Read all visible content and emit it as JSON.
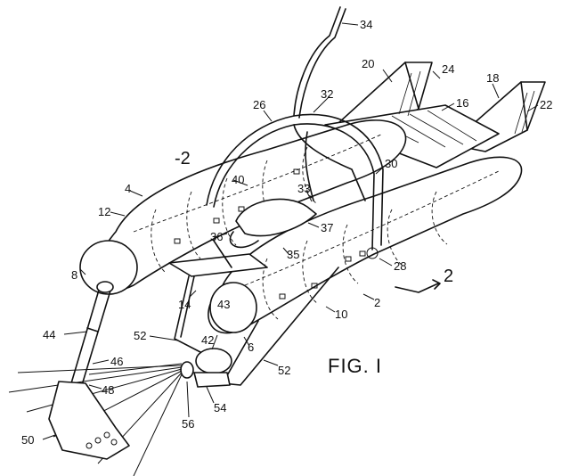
{
  "figure": {
    "title": "FIG. I",
    "section_marker_left": "-2",
    "section_marker_right": "2",
    "reference_labels": [
      "34",
      "20",
      "24",
      "18",
      "22",
      "32",
      "26",
      "16",
      "30",
      "40",
      "4",
      "12",
      "33",
      "37",
      "36",
      "35",
      "28",
      "8",
      "14",
      "43",
      "10",
      "2",
      "44",
      "52",
      "42",
      "6",
      "46",
      "48",
      "52",
      "54",
      "56",
      "50"
    ]
  }
}
